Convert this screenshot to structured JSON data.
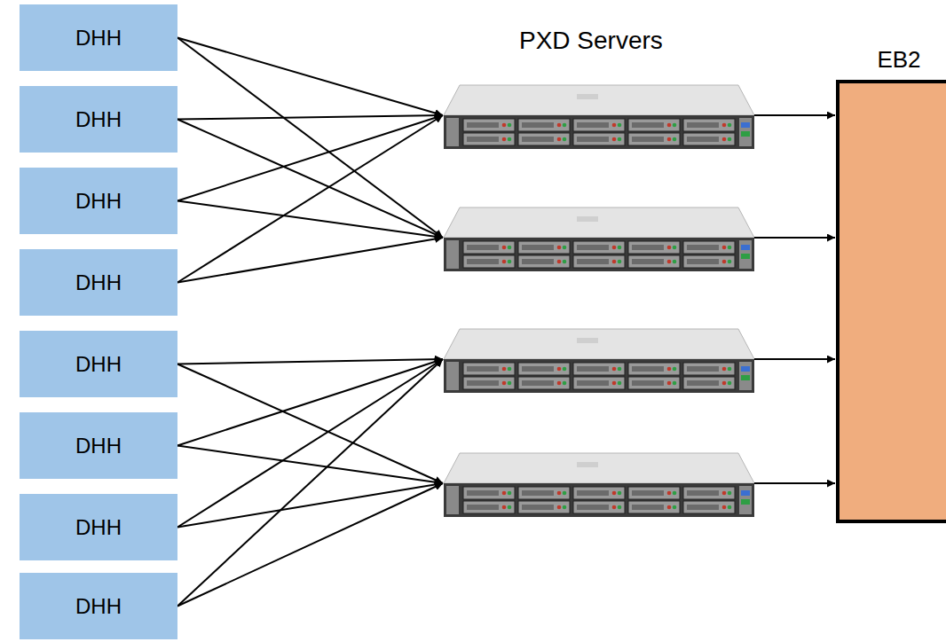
{
  "diagram": {
    "nodes": [
      {
        "text": [
          "DHH"
        ]
      },
      {
        "text": [
          "DHH"
        ]
      },
      {
        "text": [
          "DHH"
        ]
      },
      {
        "text": [
          "DHH"
        ]
      },
      {
        "text": [
          "DHH"
        ]
      },
      {
        "text": [
          "DHH"
        ]
      },
      {
        "text": [
          "DHH"
        ]
      },
      {
        "text": [
          "DHH"
        ]
      },
      {
        "text": []
      },
      {
        "text": []
      },
      {
        "text": []
      },
      {
        "text": []
      },
      {
        "text": [
          "EB2"
        ]
      }
    ],
    "edges": [
      {
        "from": 0,
        "to": 8,
        "arrow": "to"
      },
      {
        "from": 0,
        "to": 9,
        "arrow": "to"
      },
      {
        "from": 1,
        "to": 8,
        "arrow": "to"
      },
      {
        "from": 1,
        "to": 9,
        "arrow": "to"
      },
      {
        "from": 2,
        "to": 8,
        "arrow": "to"
      },
      {
        "from": 2,
        "to": 9,
        "arrow": "to"
      },
      {
        "from": 3,
        "to": 8,
        "arrow": "to"
      },
      {
        "from": 3,
        "to": 9,
        "arrow": "to"
      },
      {
        "from": 4,
        "to": 10,
        "arrow": "to"
      },
      {
        "from": 4,
        "to": 11,
        "arrow": "to"
      },
      {
        "from": 5,
        "to": 10,
        "arrow": "to"
      },
      {
        "from": 5,
        "to": 11,
        "arrow": "to"
      },
      {
        "from": 6,
        "to": 10,
        "arrow": "to"
      },
      {
        "from": 6,
        "to": 11,
        "arrow": "to"
      },
      {
        "from": 7,
        "to": 10,
        "arrow": "to"
      },
      {
        "from": 7,
        "to": 11,
        "arrow": "to"
      },
      {
        "from": 8,
        "to": 12,
        "arrow": "to"
      },
      {
        "from": 9,
        "to": 12,
        "arrow": "to"
      },
      {
        "from": 10,
        "to": 12,
        "arrow": "to"
      },
      {
        "from": 11,
        "to": 12,
        "arrow": "to"
      }
    ],
    "labels": [
      "PXD Servers"
    ]
  }
}
